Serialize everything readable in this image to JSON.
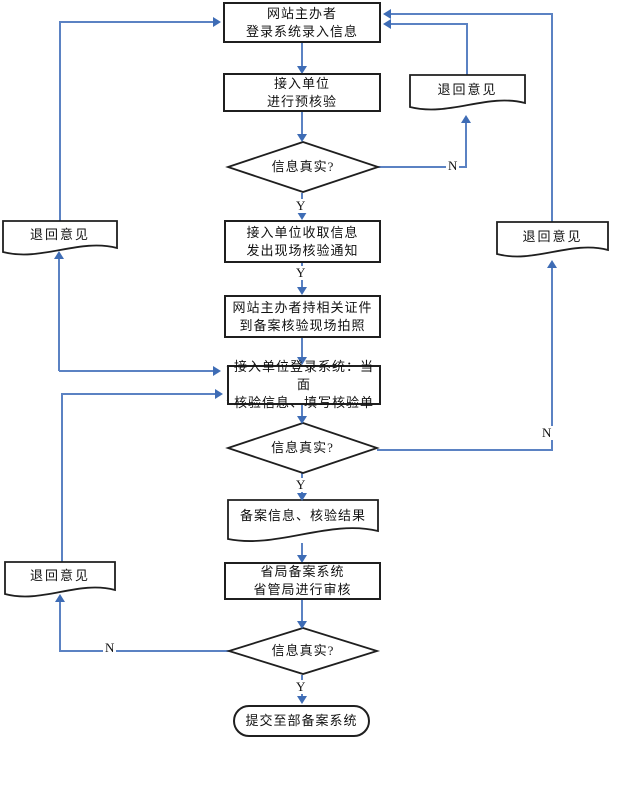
{
  "diagram_type": "flowchart",
  "colors": {
    "connector": "#5B82C3",
    "arrowhead": "#3E6CB5",
    "shape_border": "#1F1F1F",
    "text": "#111111",
    "background": "#FFFFFF"
  },
  "nodes": {
    "start_box": {
      "lines": [
        "网站主办者",
        "登录系统录入信息"
      ]
    },
    "pre_check_box": {
      "lines": [
        "接入单位",
        "进行预核验"
      ]
    },
    "decision1": {
      "label": "信息真实?"
    },
    "notify_box": {
      "lines": [
        "接入单位收取信息",
        "发出现场核验通知"
      ]
    },
    "photo_box": {
      "lines": [
        "网站主办者持相关证件",
        "到备案核验现场拍照"
      ]
    },
    "onsite_verify_box": {
      "lines": [
        "接入单位登录系统：当面",
        "核验信息、填写核验单"
      ]
    },
    "decision2": {
      "label": "信息真实?"
    },
    "result_doc": {
      "label": "备案信息、核验结果"
    },
    "province_box": {
      "lines": [
        "省局备案系统",
        "省管局进行审核"
      ]
    },
    "decision3": {
      "label": "信息真实?"
    },
    "end_terminator": {
      "label": "提交至部备案系统"
    },
    "return_doc_left_top": {
      "label": "退回意见"
    },
    "return_doc_left_bottom": {
      "label": "退回意见"
    },
    "return_doc_right_top": {
      "label": "退回意见"
    },
    "return_doc_right_middle": {
      "label": "退回意见"
    }
  },
  "edge_labels": {
    "yes1": "Y",
    "yes2": "Y",
    "yes3": "Y",
    "yes4": "Y",
    "no1": "N",
    "no2": "N",
    "no3": "N"
  }
}
